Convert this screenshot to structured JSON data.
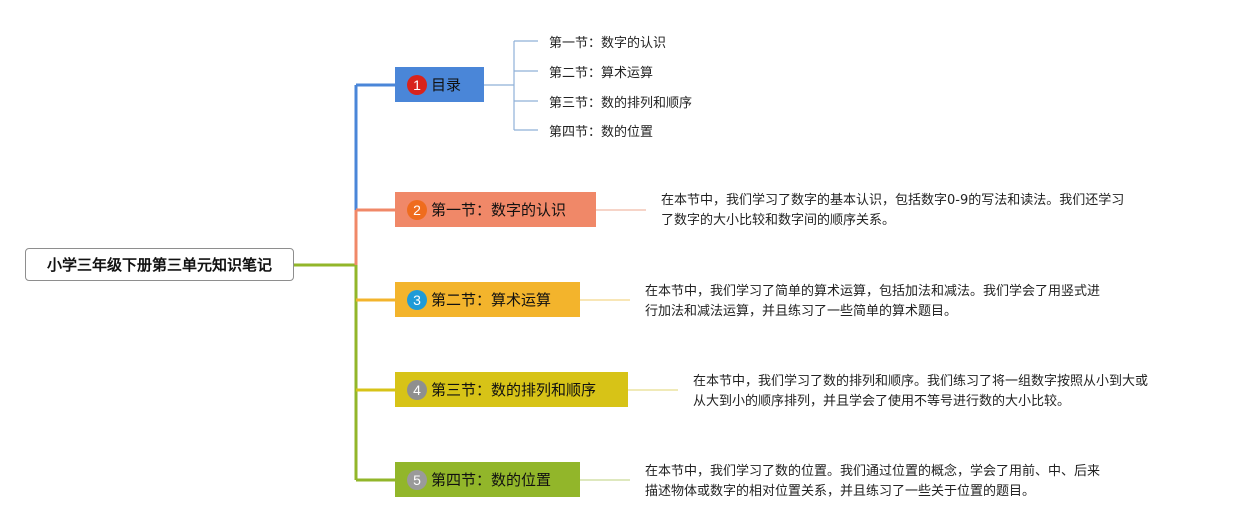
{
  "root": {
    "label": "小学三年级下册第三单元知识笔记"
  },
  "branches": [
    {
      "number": "1",
      "label": "目录",
      "color": "#4a86d8",
      "badge_color": "#d8231c",
      "children": [
        "第一节：数字的认识",
        "第二节：算术运算",
        "第三节：数的排列和顺序",
        "第四节：数的位置"
      ]
    },
    {
      "number": "2",
      "label": "第一节：数字的认识",
      "color": "#f08868",
      "badge_color": "#ef6c1e",
      "note_lines": [
        "在本节中，我们学习了数字的基本认识，包括数字0-9的写法和读法。我们还学习",
        "了数字的大小比较和数字间的顺序关系。"
      ]
    },
    {
      "number": "3",
      "label": "第二节：算术运算",
      "color": "#f3b42c",
      "badge_color": "#1f9bd8",
      "note_lines": [
        "在本节中，我们学习了简单的算术运算，包括加法和减法。我们学会了用竖式进",
        "行加法和减法运算，并且练习了一些简单的算术题目。"
      ]
    },
    {
      "number": "4",
      "label": "第三节：数的排列和顺序",
      "color": "#d7c317",
      "badge_color": "#8f8f8f",
      "note_lines": [
        "在本节中，我们学习了数的排列和顺序。我们练习了将一组数字按照从小到大或",
        "从大到小的顺序排列，并且学会了使用不等号进行数的大小比较。"
      ]
    },
    {
      "number": "5",
      "label": "第四节：数的位置",
      "color": "#92b62a",
      "badge_color": "#9a9a9a",
      "note_lines": [
        "在本节中，我们学习了数的位置。我们通过位置的概念，学会了用前、中、后来",
        "描述物体或数字的相对位置关系，并且练习了一些关于位置的题目。"
      ]
    }
  ]
}
